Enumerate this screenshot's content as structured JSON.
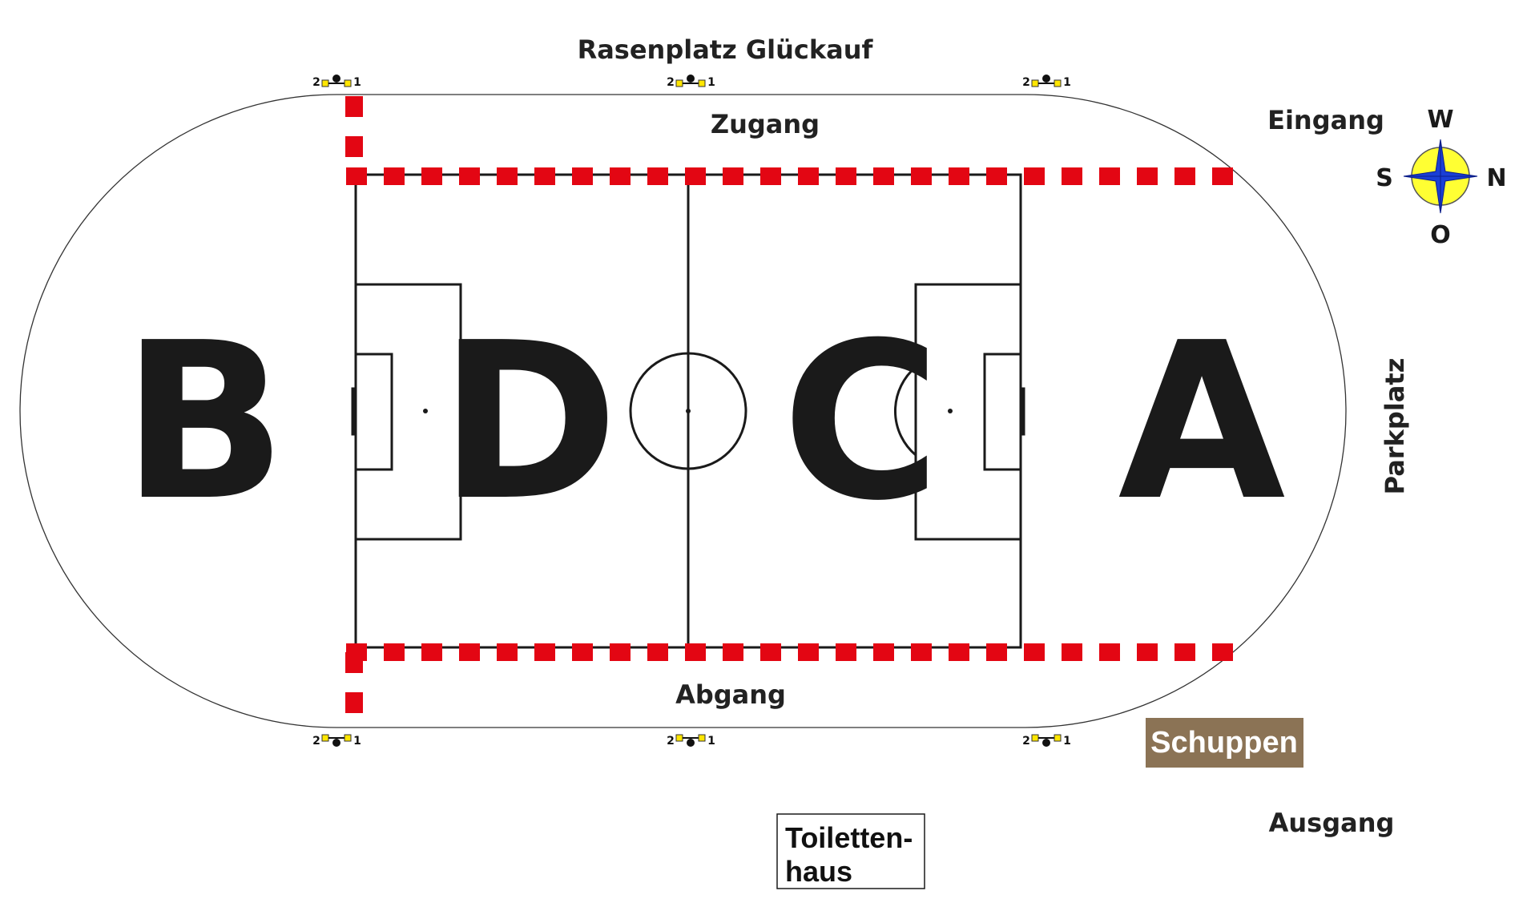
{
  "title": "Rasenplatz Glückauf",
  "labels": {
    "zugang": "Zugang",
    "abgang": "Abgang",
    "eingang": "Eingang",
    "ausgang": "Ausgang",
    "parkplatz": "Parkplatz"
  },
  "fields": {
    "a": "A",
    "b": "B",
    "c": "C",
    "d": "D"
  },
  "compass": {
    "north": "N",
    "south": "S",
    "west": "W",
    "east": "O"
  },
  "buildings": {
    "schuppen": "Schuppen",
    "toilet_line1": "Toiletten-",
    "toilet_line2": "haus"
  },
  "goal_post_numbers": {
    "left": "2",
    "right": "1"
  },
  "colors": {
    "boundary_red": "#e30613",
    "schuppen_brown": "#8b7355",
    "compass_yellow": "#ffff33",
    "compass_blue": "#1a3fd6",
    "post_yellow": "#ffe600",
    "line_black": "#1a1a1a"
  }
}
